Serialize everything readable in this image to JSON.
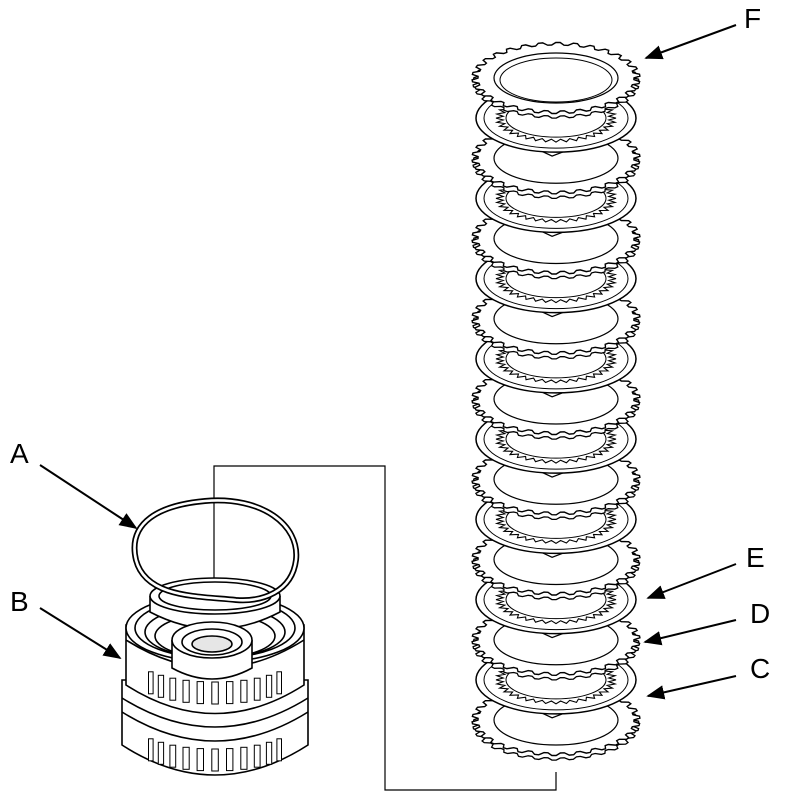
{
  "labels": {
    "A": "A",
    "B": "B",
    "C": "C",
    "D": "D",
    "E": "E",
    "F": "F"
  },
  "colors": {
    "ink": "#000000",
    "fill": "#ffffff",
    "shade": "#e6e6e6"
  },
  "stack": {
    "plate_count": 17,
    "order_bottom_to_top": [
      "steel-plate",
      "friction-disc",
      "steel-plate",
      "friction-disc",
      "steel-plate",
      "friction-disc",
      "steel-plate",
      "friction-disc",
      "steel-plate",
      "friction-disc",
      "steel-plate",
      "friction-disc",
      "steel-plate",
      "friction-disc",
      "steel-plate",
      "friction-disc",
      "end-plate"
    ]
  }
}
